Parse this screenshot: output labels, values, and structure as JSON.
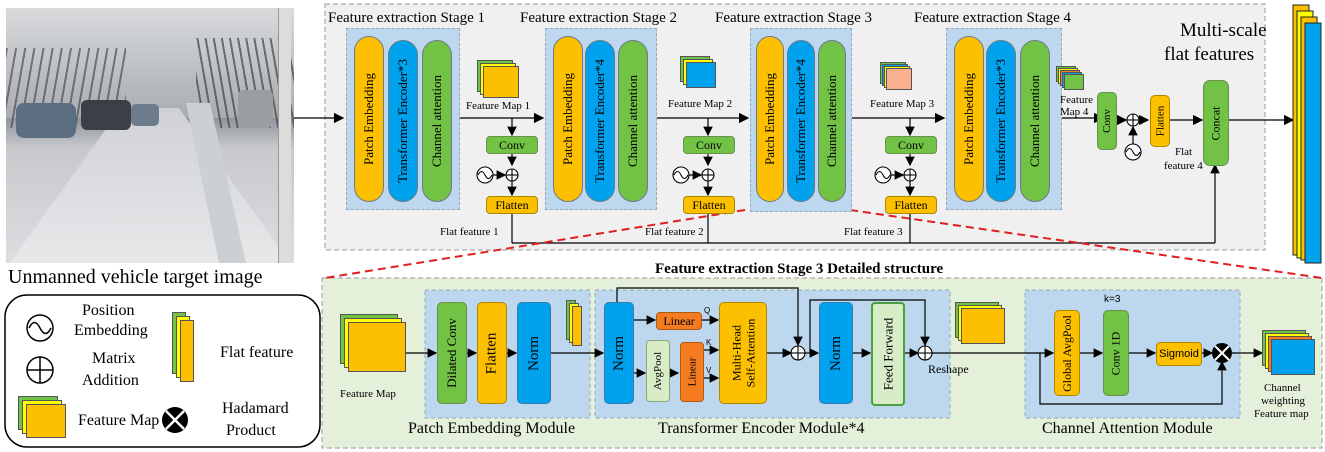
{
  "photo_caption": "Unmanned vehicle target image",
  "stages": [
    {
      "title": "Feature extraction Stage 1",
      "block1": "Patch Embedding",
      "block2": "Transformer Encoder*3",
      "block3": "Channel attention",
      "map": "Feature Map 1",
      "flat": "Flat feature 1"
    },
    {
      "title": "Feature extraction Stage 2",
      "block1": "Patch Embedding",
      "block2": "Transformer Encoder*4",
      "block3": "Channel attention",
      "map": "Feature Map 2",
      "flat": "Flat feature 2"
    },
    {
      "title": "Feature extraction Stage 3",
      "block1": "Patch Embedding",
      "block2": "Transformer Encoder*4",
      "block3": "Channel attention",
      "map": "Feature Map 3",
      "flat": "Flat feature 3"
    },
    {
      "title": "Feature extraction Stage 4",
      "block1": "Patch Embedding",
      "block2": "Transformer Encoder*3",
      "block3": "Channel attention",
      "map_line1": "Feature",
      "map_line2": "Map 4",
      "flat_line1": "Flat",
      "flat_line2": "feature 4"
    }
  ],
  "ops": {
    "conv": "Conv",
    "flatten": "Flatten",
    "concat": "Concat"
  },
  "multiscale_line1": "Multi-scale",
  "multiscale_line2": "flat features",
  "legend": {
    "pos_line1": "Position",
    "pos_line2": "Embedding",
    "add_line1": "Matrix",
    "add_line2": "Addition",
    "flat": "Flat feature",
    "map": "Feature Map",
    "had_line1": "Hadamard",
    "had_line2": "Product"
  },
  "detail": {
    "title": "Feature extraction Stage 3 Detailed structure",
    "input_map": "Feature Map",
    "patch": {
      "dilated": "Dilated Conv",
      "flatten": "Flatten",
      "norm": "Norm",
      "caption": "Patch Embedding Module"
    },
    "encoder": {
      "norm1": "Norm",
      "linear_q": "Linear",
      "q": "Q",
      "avgpool": "AvgPool",
      "linear_kv": "Linear",
      "k": "K",
      "v": "V",
      "mhsa_line1": "Multi-Head",
      "mhsa_line2": "Self-Attention",
      "norm2": "Norm",
      "ff": "Feed Forward",
      "reshape": "Reshape",
      "caption": "Transformer Encoder Module*4"
    },
    "attention": {
      "gap": "Global AvgPool",
      "k": "k=3",
      "conv1d": "Conv 1D",
      "sigmoid": "Sigmoid",
      "caption": "Channel Attention Module"
    },
    "output_line1": "Channel",
    "output_line2": "weighting",
    "output_line3": "Feature map"
  },
  "colors": {
    "yellow": "#fdc000",
    "blue": "#00a2ee",
    "green": "#72c246",
    "orange": "#f47b20",
    "stage_bg": "#bcd7ee",
    "panel_bg": "#e4f0da",
    "dashed_red": "#e02020"
  }
}
